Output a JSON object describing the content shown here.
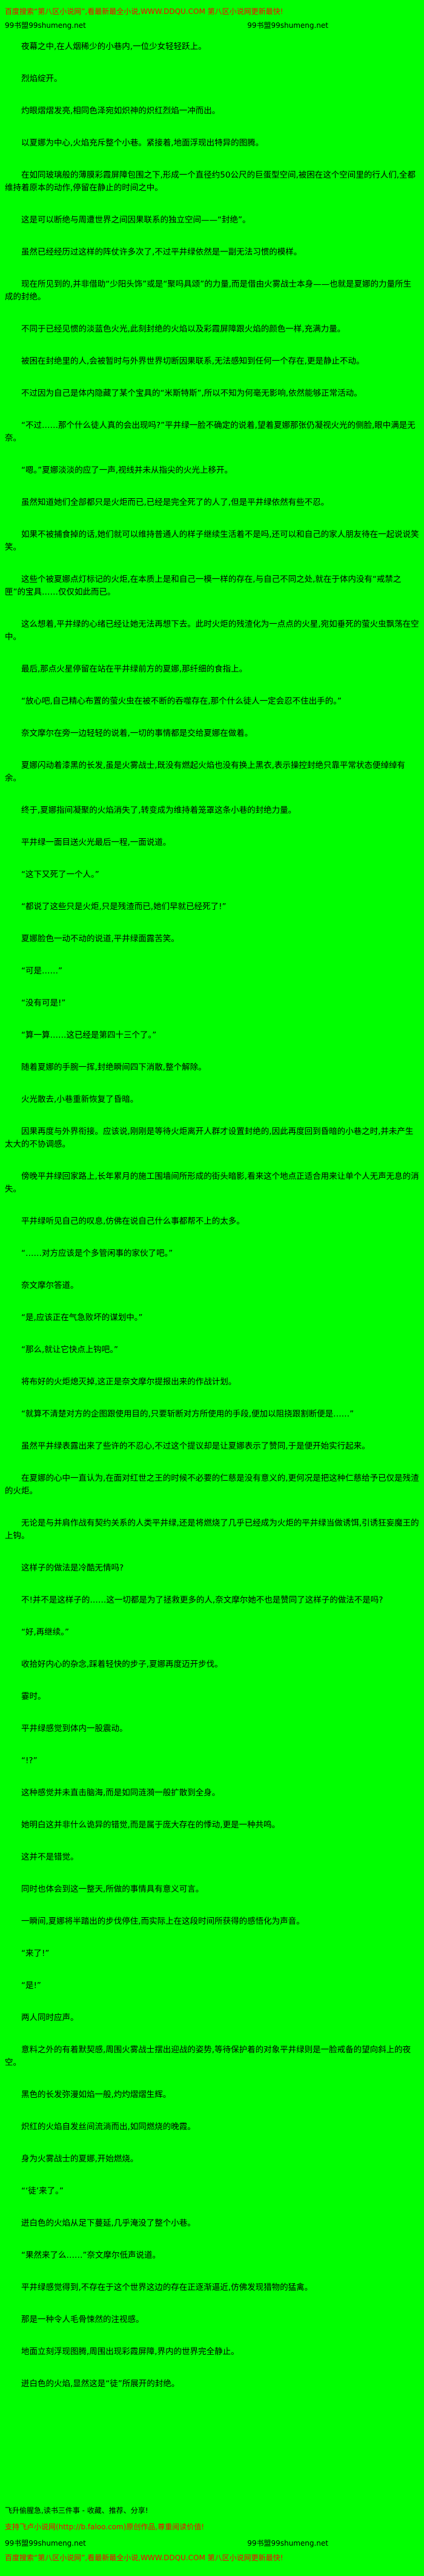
{
  "colors": {
    "background": "#00ff00",
    "text": "#000000",
    "promo_red": "#ff0000"
  },
  "header": {
    "promo": "百度搜索“第八区小说网”,看最新最全小说,WWW.DDQU.COM 第八区小说网更新最快!",
    "site_left": "99书盟99shumeng.net",
    "site_right": "99书盟99shumeng.net"
  },
  "paragraphs": [
    "夜幕之中,在人烟稀少的小巷内,一位少女轻轻跃上。",
    "烈焰绽开。",
    "灼眼熠熠发亮,相同色泽宛如炽神的炽红烈焰一冲而出。",
    "以夏娜为中心,火焰充斥整个小巷。紧接着,地面浮现出特异的图腾。",
    "在如同玻璃般的薄膜彩霞屏障包围之下,形成一个直径约50公尺的巨蛋型空间,被困在这个空间里的行人们,全都维持着原本的动作,停留在静止的时间之中。",
    "这是可以断绝与周遭世界之间因果联系的独立空间——“封绝”。",
    "虽然已经经历过这样的阵仗许多次了,不过平井绿依然是一副无法习惯的模样。",
    "现在所见到的,并非借助“少阳头饰”或是“聚吗具颂”的力量,而是借由火雾战士本身——也就是夏娜的力量所生成的封绝。",
    "不同于已经见惯的淡蓝色火光,此刻封绝的火焰以及彩霞屏障跟火焰的颜色一样,充满力量。",
    "被困在封绝里的人,会被暂时与外界世界切断因果联系,无法感知到任何一个存在,更是静止不动。",
    "不过因为自己是体内隐藏了某个宝具的“米斯特斯”,所以不知为何毫无影响,依然能够正常活动。",
    "“不过……那个什么徒人真的会出现吗?”平井绿一脸不确定的说着,望着夏娜那张仍凝视火光的侧脸,眼中满是无奈。",
    "“嗯。”夏娜淡淡的应了一声,视线并未从指尖的火光上移开。",
    "虽然知道她们全部都只是火炬而已,已经是完全死了的人了,但是平井绿依然有些不忍。",
    "如果不被捕食掉的话,她们就可以维持普通人的样子继续生活着不是吗,还可以和自己的家人朋友待在一起说说笑笑。",
    "这些个被夏娜点灯标记的火炬,在本质上是和自己一模一样的存在,与自己不同之处,就在于体内没有“戒禁之匣”的宝具……仅仅如此而已。",
    "这么想着,平井绿的心绪已经让她无法再想下去。此时火炬的残渣化为一点点的火星,宛如垂死的萤火虫飘荡在空中。",
    "最后,那点火星停留在站在平井绿前方的夏娜,那纤细的食指上。",
    "“放心吧,自己精心布置的萤火虫在被不断的吞噬存在,那个什么徒人一定会忍不住出手的。”",
    "奈文摩尔在旁一边轻轻的说着,一切的事情都是交给夏娜在做着。",
    "夏娜闪动着漆黑的长发,虽是火雾战士,既没有燃起火焰也没有换上黑衣,表示操控封绝只靠平常状态便绰绰有余。",
    "终于,夏娜指间凝聚的火焰消失了,转变成为维持着笼罩这条小巷的封绝力量。",
    "平井绿一面目送火光最后一程,一面说道。",
    "“这下又死了一个人。”",
    "“都说了这些只是火炬,只是残渣而已,她们早就已经死了!”",
    "夏娜脸色一动不动的说道,平井绿面露苦笑。",
    "“可是……”",
    "“没有可是!”",
    "“算一算……这已经是第四十三个了。”",
    "随着夏娜的手腕一挥,封绝瞬间四下消散,整个解除。",
    "火光散去,小巷重新恢复了昏暗。",
    "因果再度与外界衔接。应该说,刚刚是等待火炬离开人群才设置封绝的,因此再度回到昏暗的小巷之时,并未产生太大的不协调感。",
    "傍晚平井绿回家路上,长年累月的施工围墙间所形成的街头暗影,看来这个地点正适合用来让单个人无声无息的消失。",
    "平井绿听见自己的叹息,仿佛在说自己什么事都帮不上的太多。",
    "“……对方应该是个多管闲事的家伙了吧。”",
    "奈文摩尔答道。",
    "“是,应该正在气急败坏的谋划中。”",
    "“那么,就让它快点上钩吧。”",
    "将布好的火炬熄灭掉,这正是奈文摩尔提报出来的作战计划。",
    "“就算不清楚对方的企图跟使用目的,只要斩断对方所使用的手段,便加以阻挠跟割断便是……”",
    "虽然平井绿表露出来了些许的不忍心,不过这个提议却是让夏娜表示了赞同,于是便开始实行起来。",
    "在夏娜的心中一直认为,在面对红世之王的时候不必要的仁慈是没有意义的,更何况是把这种仁慈给予已仅是残渣的火炬。",
    "无论是与并肩作战有契约关系的人类平井绿,还是将燃烧了几乎已经成为火炬的平井绿当做诱饵,引诱狂妄魔王的上钩。",
    "这样子的做法是冷酷无情吗?",
    "不!并不是这样子的……这一切都是为了拯救更多的人,奈文摩尔她不也是赞同了这样子的做法不是吗?",
    "“好,再继续。”",
    "收拾好内心的杂念,踩着轻快的步子,夏娜再度迈开步伐。",
    "霎时。",
    "平井绿感觉到体内一股震动。",
    "“!?”",
    "这种感觉并未直击脑海,而是如同涟漪一般扩散到全身。",
    "她明白这并非什么诡异的错觉,而是属于庞大存在的悸动,更是一种共鸣。",
    "这并不是错觉。",
    "同时也体会到这一整天,所做的事情具有意义可言。",
    "一瞬间,夏娜将半踏出的步伐停住,而实际上在这段时间所获得的感悟化为声音。",
    "“来了!”",
    "“是!”",
    "两人同时应声。",
    "意料之外的有着默契感,周围火雾战士摆出迎战的姿势,等待保护着的对象平井绿则是一脸戒备的望向斜上的夜空。",
    "黑色的长发弥漫如焰一般,灼灼熠熠生辉。",
    "炽红的火焰自发丝间流淌而出,如同燃烧的晚霞。",
    "身为火雾战士的夏娜,开始燃烧。",
    "“‘徒’来了。”",
    "迸白色的火焰从足下蔓延,几乎淹没了整个小巷。",
    "“果然来了么……”奈文摩尔低声说道。",
    "平井绿感觉得到,不存在于这个世界这边的存在正逐渐逼近,仿佛发现猎物的猛禽。",
    "那是一种令人毛骨悚然的注视感。",
    "地面立刻浮现图腾,周围出现彩霞屏障,界内的世界完全静止。",
    "迸白色的火焰,显然这是“徒”所展开的封绝。"
  ],
  "footer": {
    "tips": "飞升偷腥急,读书三件事 - 收藏、推荐、分享!",
    "faloo": "支持飞卢小说网(http://b.faloo.com)原创作品,尊重阅读价值!",
    "site_left": "99书盟99shumeng.net",
    "site_right": "99书盟99shumeng.net",
    "promo": "百度搜索“第八区小说网”,看最新最全小说,WWW.DDQU.COM 第八区小说网更新最快!"
  }
}
